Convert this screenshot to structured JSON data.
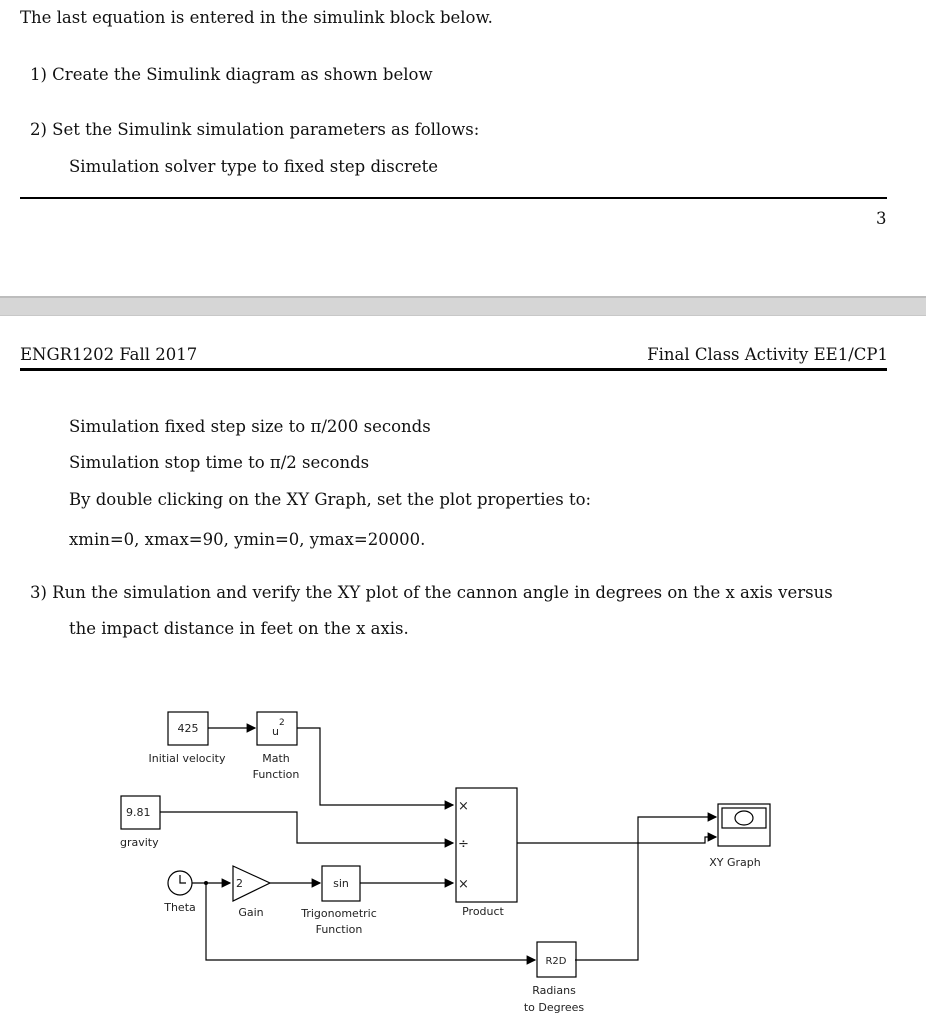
{
  "top": {
    "intro": "The last equation is entered in the simulink block below.",
    "step1": "1)  Create the Simulink diagram as shown below",
    "step2": "2)  Set the Simulink simulation parameters as follows:",
    "solver": "Simulation solver type to fixed step discrete",
    "page_number": "3"
  },
  "header": {
    "left": "ENGR1202 Fall 2017",
    "right": "Final Class Activity EE1/CP1"
  },
  "body": {
    "step_size": "Simulation fixed step size to π/200 seconds",
    "stop_time": "Simulation stop time to π/2 seconds",
    "xy_instr": "By double clicking on the XY Graph, set the plot properties to:",
    "limits": "xmin=0, xmax=90, ymin=0, ymax=20000.",
    "step3_line1": "3)  Run the simulation and verify the XY plot of the cannon angle in degrees on the x axis versus",
    "step3_line2": "the impact distance in feet on the x axis."
  },
  "diagram": {
    "velocity_value": "425",
    "velocity_label": "Initial velocity",
    "math_value": "u",
    "math_exp": "2",
    "math_label1": "Math",
    "math_label2": "Function",
    "gravity_value": "9.81",
    "gravity_label": "gravity",
    "theta_label": "Theta",
    "clock_icon": "clock-icon",
    "gain_value": "2",
    "gain_label": "Gain",
    "trig_value": "sin",
    "trig_label1": "Trigonometric",
    "trig_label2": "Function",
    "product_in1": "×",
    "product_in2": "÷",
    "product_in3": "×",
    "product_label": "Product",
    "xy_label": "XY Graph",
    "r2d_value": "R2D",
    "r2d_label1": "Radians",
    "r2d_label2": "to Degrees"
  }
}
